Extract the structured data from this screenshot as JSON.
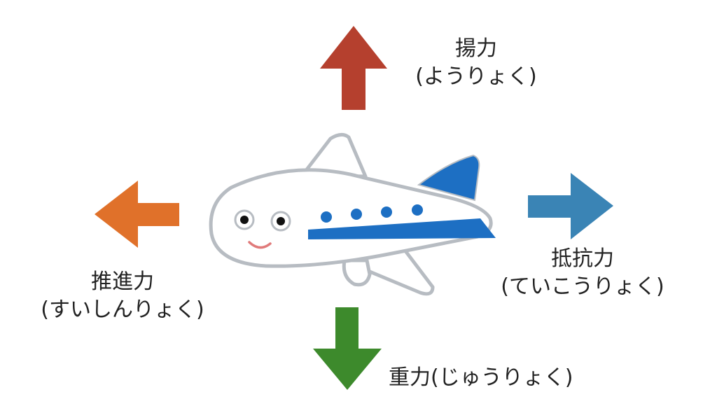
{
  "forces": {
    "lift": {
      "name": "揚力",
      "reading": "(ようりょく)",
      "color": "#b5402e"
    },
    "thrust": {
      "name": "推進力",
      "reading": "(すいしんりょく)",
      "color": "#e0712a"
    },
    "drag": {
      "name": "抵抗力",
      "reading": "(ていこうりょく)",
      "color": "#3a84b5"
    },
    "weight": {
      "label": "重力(じゅうりょく)",
      "color": "#3d8a2c"
    }
  },
  "airplane": {
    "body_color": "#ffffff",
    "outline_color": "#b7bcc2",
    "accent_color": "#1d6fc3",
    "mouth_color": "#e07a7a"
  }
}
